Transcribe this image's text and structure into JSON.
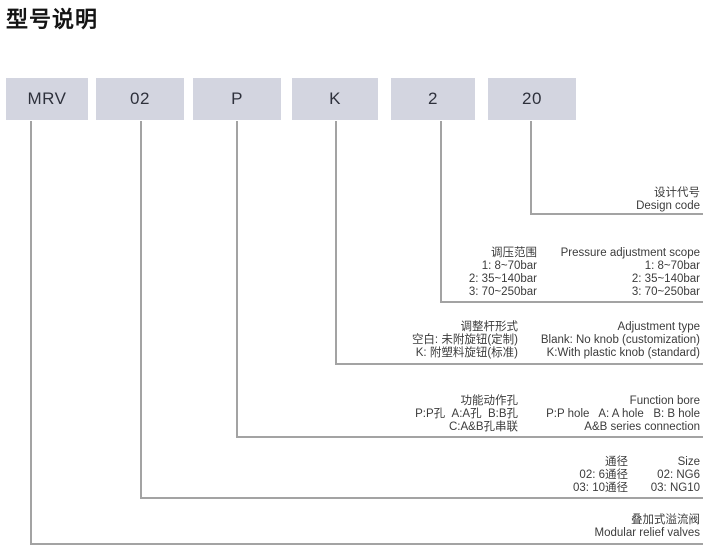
{
  "page": {
    "title": "型号说明"
  },
  "model_code": {
    "segments": [
      "MRV",
      "02",
      "P",
      "K",
      "2",
      "20"
    ]
  },
  "colors": {
    "box_fill": "#d3d5e0",
    "connector_line": "#a3a3a3",
    "text": "#3c3c3c"
  },
  "sections": {
    "design_code": {
      "cn": "设计代号",
      "en": "Design code"
    },
    "pressure": {
      "header_cn": "调压范围",
      "header_en": "Pressure adjustment scope",
      "rows": [
        {
          "cn": "1: 8~70bar",
          "en": "1: 8~70bar"
        },
        {
          "cn": "2: 35~140bar",
          "en": "2: 35~140bar"
        },
        {
          "cn": "3: 70~250bar",
          "en": "3: 70~250bar"
        }
      ]
    },
    "adjustment": {
      "header_cn": "调整杆形式",
      "header_en": "Adjustment type",
      "rows": [
        {
          "cn": "空白: 未附旋钮(定制)",
          "en": "Blank: No knob (customization)"
        },
        {
          "cn": "K: 附塑料旋钮(标准)",
          "en": "K:With plastic knob (standard)"
        }
      ]
    },
    "function_bore": {
      "header_cn": "功能动作孔",
      "header_en": "Function bore",
      "rows": [
        {
          "cn": "P:P孔  A:A孔  B:B孔",
          "en": "P:P hole   A: A hole   B: B hole"
        },
        {
          "cn": "C:A&B孔串联",
          "en": "A&B series connection"
        }
      ]
    },
    "size": {
      "header_cn": "通径",
      "header_en": "Size",
      "rows": [
        {
          "cn": "02: 6通径",
          "en": "02: NG6"
        },
        {
          "cn": "03: 10通径",
          "en": "03: NG10"
        }
      ]
    },
    "product": {
      "cn": "叠加式溢流阀",
      "en": "Modular relief valves"
    }
  }
}
